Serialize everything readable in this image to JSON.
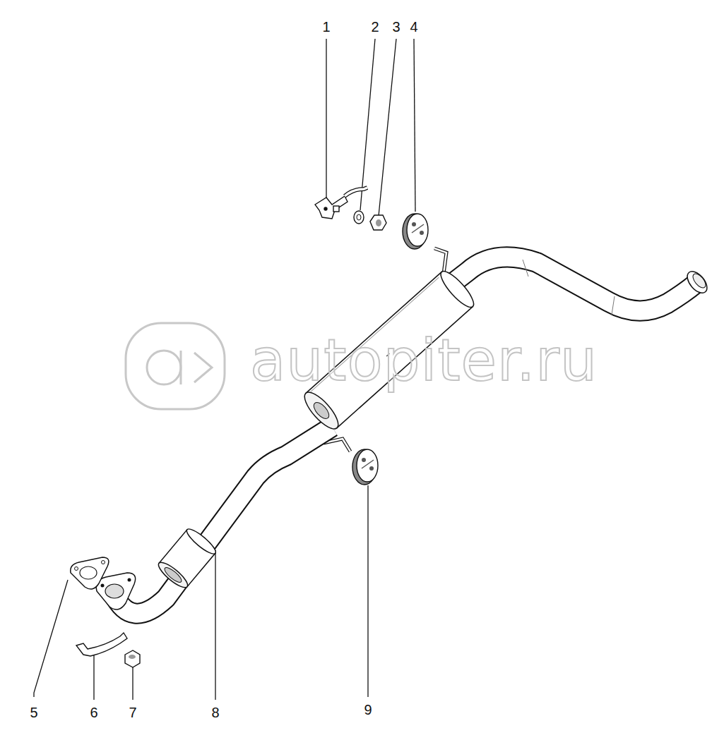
{
  "diagram": {
    "labels": [
      "1",
      "2",
      "3",
      "4",
      "5",
      "6",
      "7",
      "8",
      "9",
      "autopiter.ru"
    ]
  }
}
